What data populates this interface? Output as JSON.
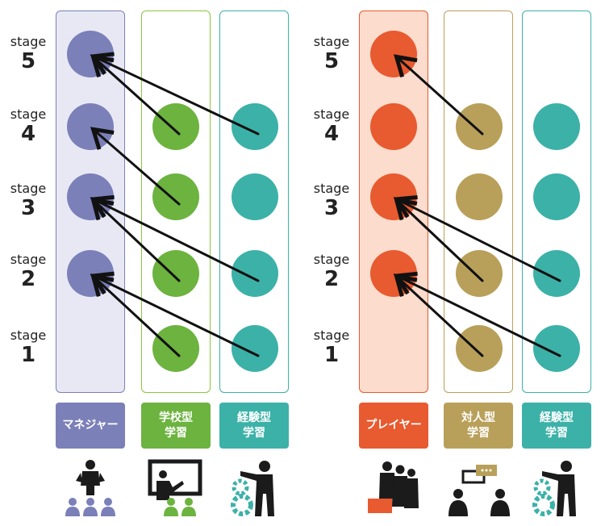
{
  "stage_labels": [
    {
      "word": "stage",
      "num": "5"
    },
    {
      "word": "stage",
      "num": "4"
    },
    {
      "word": "stage",
      "num": "3"
    },
    {
      "word": "stage",
      "num": "2"
    },
    {
      "word": "stage",
      "num": "1"
    }
  ],
  "left_panel": {
    "columns": [
      {
        "key": "manager",
        "label": "マネジャー",
        "color": "#7b80b8",
        "bg": "#e8e8f4",
        "border": "#7b80b8",
        "stages": [
          5,
          4,
          3,
          2
        ]
      },
      {
        "key": "school",
        "label": "学校型\n学習",
        "color": "#6cb33f",
        "bg": "#ffffff",
        "border": "#8cc63f",
        "stages": [
          4,
          3,
          2,
          1
        ]
      },
      {
        "key": "experience",
        "label": "経験型\n学習",
        "color": "#3cb1a8",
        "bg": "#ffffff",
        "border": "#3cb1a8",
        "stages": [
          4,
          3,
          2,
          1
        ]
      }
    ],
    "arrows": [
      {
        "from": "experience",
        "from_stage": 4,
        "to_stage": 5
      },
      {
        "from": "school",
        "from_stage": 4,
        "to_stage": 5
      },
      {
        "from": "school",
        "from_stage": 3,
        "to_stage": 4
      },
      {
        "from": "experience",
        "from_stage": 2,
        "to_stage": 3
      },
      {
        "from": "school",
        "from_stage": 2,
        "to_stage": 3
      },
      {
        "from": "experience",
        "from_stage": 1,
        "to_stage": 2
      },
      {
        "from": "school",
        "from_stage": 1,
        "to_stage": 2
      }
    ],
    "icons": [
      "presenter-audience-icon",
      "teacher-whiteboard-icon",
      "gear-pointing-person-icon"
    ]
  },
  "right_panel": {
    "columns": [
      {
        "key": "player",
        "label": "プレイヤー",
        "color": "#e85a2f",
        "bg": "#fcdccc",
        "border": "#e85a2f",
        "stages": [
          5,
          4,
          3,
          2
        ]
      },
      {
        "key": "interpersonal",
        "label": "対人型\n学習",
        "color": "#b9a05a",
        "bg": "#ffffff",
        "border": "#b9a05a",
        "stages": [
          4,
          3,
          2,
          1
        ]
      },
      {
        "key": "experience",
        "label": "経験型\n学習",
        "color": "#3cb1a8",
        "bg": "#ffffff",
        "border": "#3cb1a8",
        "stages": [
          4,
          3,
          2,
          1
        ]
      }
    ],
    "arrows": [
      {
        "from": "interpersonal",
        "from_stage": 4,
        "to_stage": 5
      },
      {
        "from": "experience",
        "from_stage": 2,
        "to_stage": 3
      },
      {
        "from": "interpersonal",
        "from_stage": 2,
        "to_stage": 3
      },
      {
        "from": "experience",
        "from_stage": 1,
        "to_stage": 2
      },
      {
        "from": "interpersonal",
        "from_stage": 1,
        "to_stage": 2
      }
    ],
    "icons": [
      "business-team-icon",
      "speech-conversation-icon",
      "gear-pointing-person-icon"
    ]
  }
}
